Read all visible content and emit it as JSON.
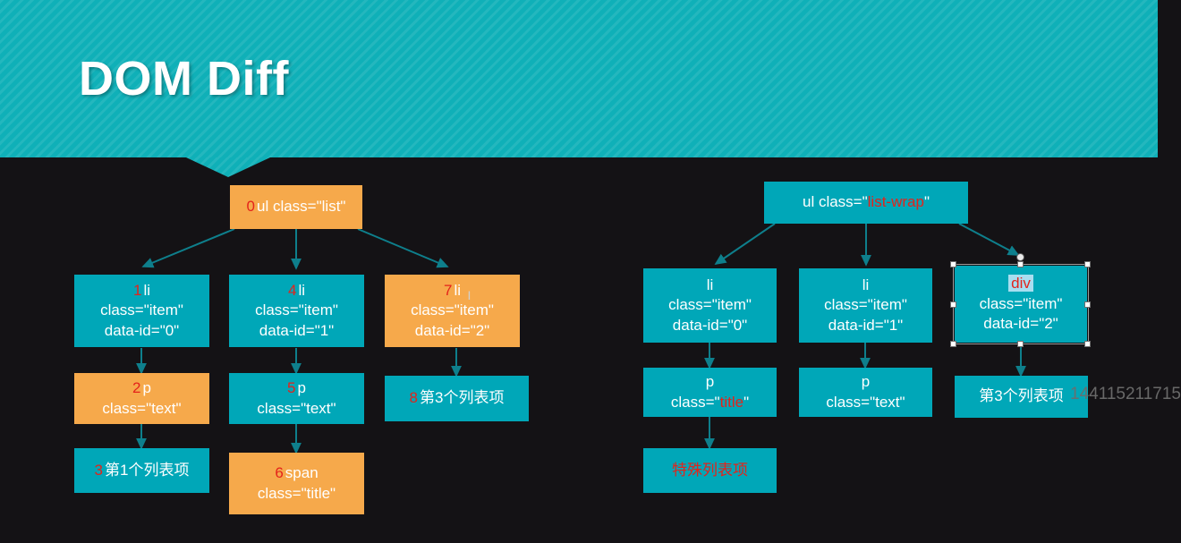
{
  "header": {
    "title": "DOM Diff",
    "bg_color": "#0fb0b8"
  },
  "colors": {
    "teal_node": "#00a7b8",
    "orange_node": "#f6a94b",
    "index_red": "#e4231b",
    "canvas": "#141215",
    "selection_highlight": "#a8def0"
  },
  "left_tree": {
    "root": {
      "index": "0",
      "tag": "ul",
      "attrs": "class=\"list\"",
      "fill": "orange",
      "label_line1": "ul class=\"list\""
    },
    "nodes": [
      {
        "index": "1",
        "line1": "li",
        "line2": "class=\"item\"",
        "line3": "data-id=\"0\"",
        "fill": "teal"
      },
      {
        "index": "4",
        "line1": "li",
        "line2": "class=\"item\"",
        "line3": "data-id=\"1\"",
        "fill": "teal"
      },
      {
        "index": "7",
        "line1": "li",
        "line2": "class=\"item\"",
        "line3": "data-id=\"2\"",
        "fill": "orange"
      },
      {
        "index": "2",
        "line1": "p",
        "line2": "class=\"text\"",
        "line3": "",
        "fill": "orange"
      },
      {
        "index": "5",
        "line1": "p",
        "line2": "class=\"text\"",
        "line3": "",
        "fill": "teal"
      },
      {
        "index": "8",
        "line1": "第3个列表项",
        "line2": "",
        "line3": "",
        "fill": "teal"
      },
      {
        "index": "3",
        "line1": "第1个列表项",
        "line2": "",
        "line3": "",
        "fill": "teal"
      },
      {
        "index": "6",
        "line1": "span",
        "line2": "class=\"title\"",
        "line3": "",
        "fill": "orange"
      }
    ]
  },
  "right_tree": {
    "root": {
      "prefix": "ul class=\"",
      "highlight": "list-wrap",
      "suffix": "\"",
      "fill": "teal"
    },
    "nodes": [
      {
        "line1": "li",
        "line2": "class=\"item\"",
        "line3": "data-id=\"0\"",
        "fill": "teal"
      },
      {
        "line1": "li",
        "line2": "class=\"item\"",
        "line3": "data-id=\"1\"",
        "fill": "teal"
      },
      {
        "line1": "div",
        "line2": "class=\"item\"",
        "line3": "data-id=\"2\"",
        "fill": "teal",
        "selected": true
      },
      {
        "line1": "p",
        "line2_prefix": "class=\"",
        "line2_red": "title",
        "line2_suffix": "\"",
        "fill": "teal"
      },
      {
        "line1": "p",
        "line2": "class=\"text\"",
        "fill": "teal"
      },
      {
        "line1": "第3个列表项",
        "fill": "teal"
      },
      {
        "line1": "特殊列表项",
        "fill": "teal",
        "text_red": true
      }
    ]
  },
  "watermark": {
    "text": "144115211715"
  },
  "cursor": {
    "glyph": "I"
  }
}
